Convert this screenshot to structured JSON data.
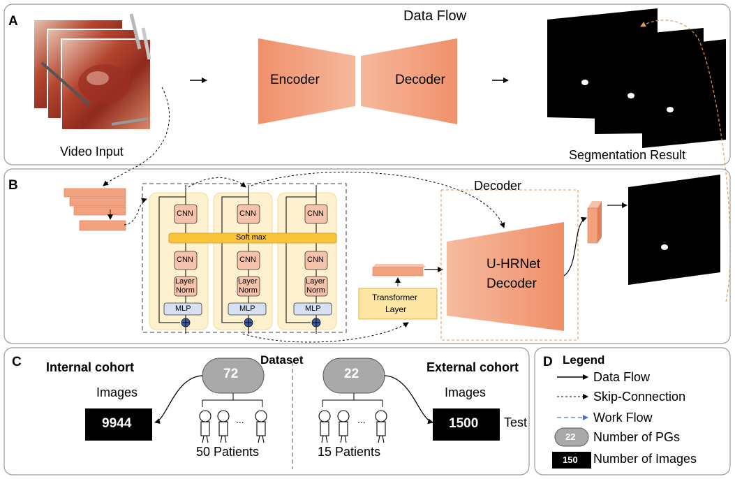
{
  "panel_a": {
    "letter": "A",
    "title": "Data Flow",
    "video_label": "Video Input",
    "encoder_label": "Encoder",
    "decoder_label": "Decoder",
    "result_label": "Segmentation Result"
  },
  "panel_b": {
    "letter": "B",
    "decoder_title": "Decoder",
    "block_labels": {
      "cnn": "CNN",
      "softmax": "Soft max",
      "layer": "Layer",
      "norm": "Norm",
      "mlp": "MLP"
    },
    "transformer_line1": "Transformer",
    "transformer_line2": "Layer",
    "uhrnet_line1": "U-HRNet",
    "uhrnet_line2": "Decoder"
  },
  "panel_c": {
    "letter": "C",
    "dataset_title": "Dataset",
    "internal_title": "Internal cohort",
    "internal_images_label": "Images",
    "internal_images": "9944",
    "internal_pgs": "72",
    "internal_patients": "50 Patients",
    "external_title": "External cohort",
    "external_images_label": "Images",
    "external_images": "1500",
    "external_pgs": "22",
    "external_patients": "15 Patients",
    "test_label": "Test",
    "ellipsis": "..."
  },
  "panel_d": {
    "letter": "D",
    "title": "Legend",
    "items": [
      "Data Flow",
      "Skip-Connection",
      "Work Flow",
      "Number of PGs",
      "Number of Images"
    ],
    "pg_sample": "22",
    "images_sample": "150"
  },
  "colors": {
    "salmon": "#f29a76",
    "cnn_fill": "#f6c2ab",
    "softmax_fill": "#fbc33a",
    "mlp_fill": "#d6e1f3",
    "yellow_panel": "#fdf1cf",
    "pill_fill": "#a9a9a9",
    "workflow_arrow": "#4a73c2",
    "orange_dashed": "#e59a55"
  }
}
